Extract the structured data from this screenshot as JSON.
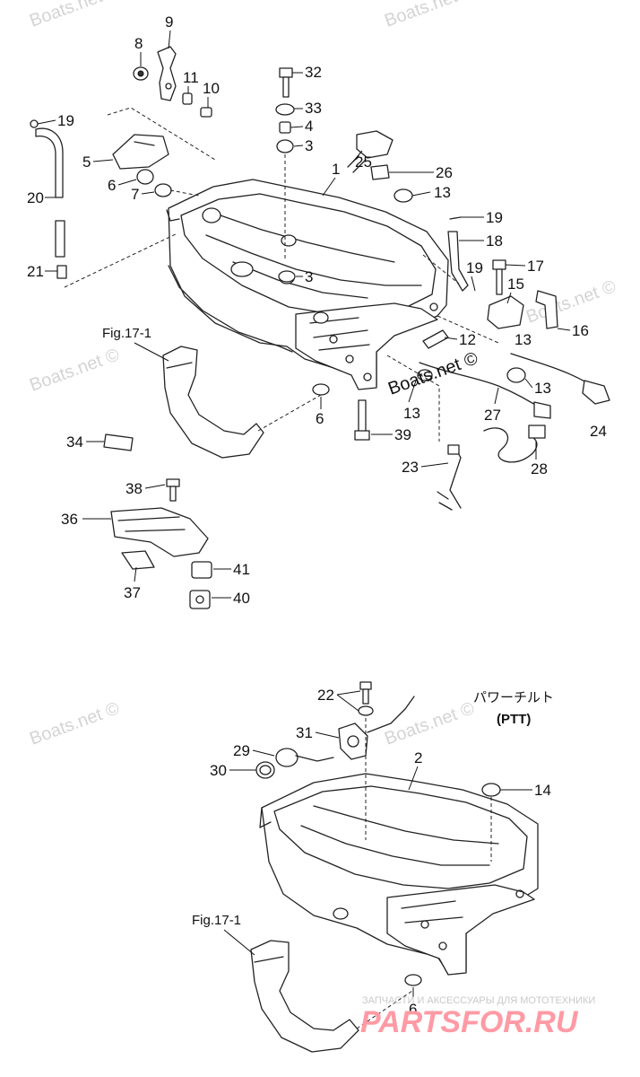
{
  "watermarks": [
    "Boats.net",
    "Boats.net",
    "Boats.net ©",
    "Boats.net ©",
    "Boats.net ©",
    "Boats.net ©"
  ],
  "center_watermark": "Boats.net ©",
  "fig_refs": [
    "Fig.17-1",
    "Fig.17-1"
  ],
  "ptt": {
    "japanese": "パワーチルト",
    "english": "(PTT)"
  },
  "brand": {
    "tagline": "ЗАПЧАСТИ И АКСЕССУАРЫ ДЛЯ МОТОТЕХНИКИ",
    "name": "PARTSFOR.RU"
  },
  "callouts": [
    "1",
    "2",
    "3",
    "3",
    "4",
    "5",
    "6",
    "6",
    "6",
    "7",
    "8",
    "9",
    "10",
    "11",
    "12",
    "13",
    "13",
    "13",
    "13",
    "14",
    "15",
    "16",
    "17",
    "18",
    "19",
    "19",
    "19",
    "20",
    "21",
    "22",
    "23",
    "24",
    "25",
    "26",
    "27",
    "28",
    "29",
    "30",
    "31",
    "32",
    "33",
    "34",
    "36",
    "37",
    "38",
    "39",
    "40",
    "41"
  ]
}
